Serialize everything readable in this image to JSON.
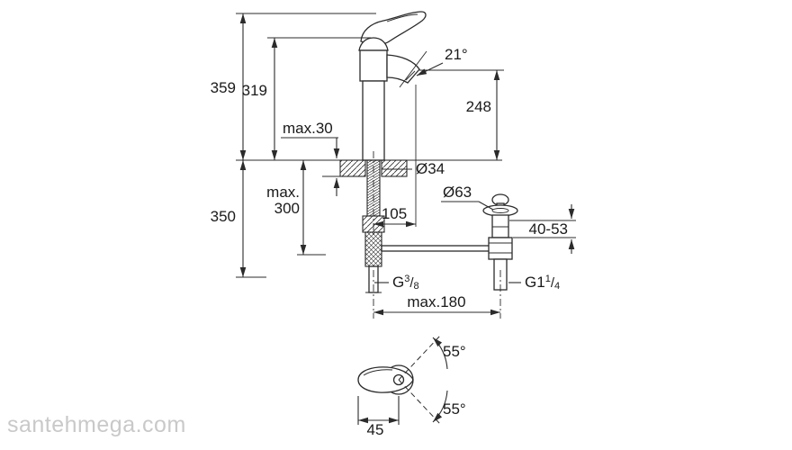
{
  "drawing": {
    "labels": {
      "d359": "359",
      "d319": "319",
      "a21": "21°",
      "d248": "248",
      "max30": "max.30",
      "dia34": "Ø34",
      "maxWord": "max.",
      "d300": "300",
      "d350": "350",
      "d105": "105",
      "dia63": "Ø63",
      "d4053": "40-53",
      "max180": "max.180",
      "a55top": "55°",
      "a55bot": "55°",
      "d45": "45",
      "g38": {
        "base": "G",
        "num": "3",
        "slash": "/",
        "den": "8"
      },
      "g114": {
        "base": "G1",
        "num": "1",
        "slash": "/",
        "den": "4"
      }
    },
    "colors": {
      "line": "#2b2b2b",
      "text": "#1a1a1a",
      "watermark": "#c9c9c9",
      "background": "#ffffff"
    }
  },
  "watermark": {
    "text": "santehmega.com"
  }
}
